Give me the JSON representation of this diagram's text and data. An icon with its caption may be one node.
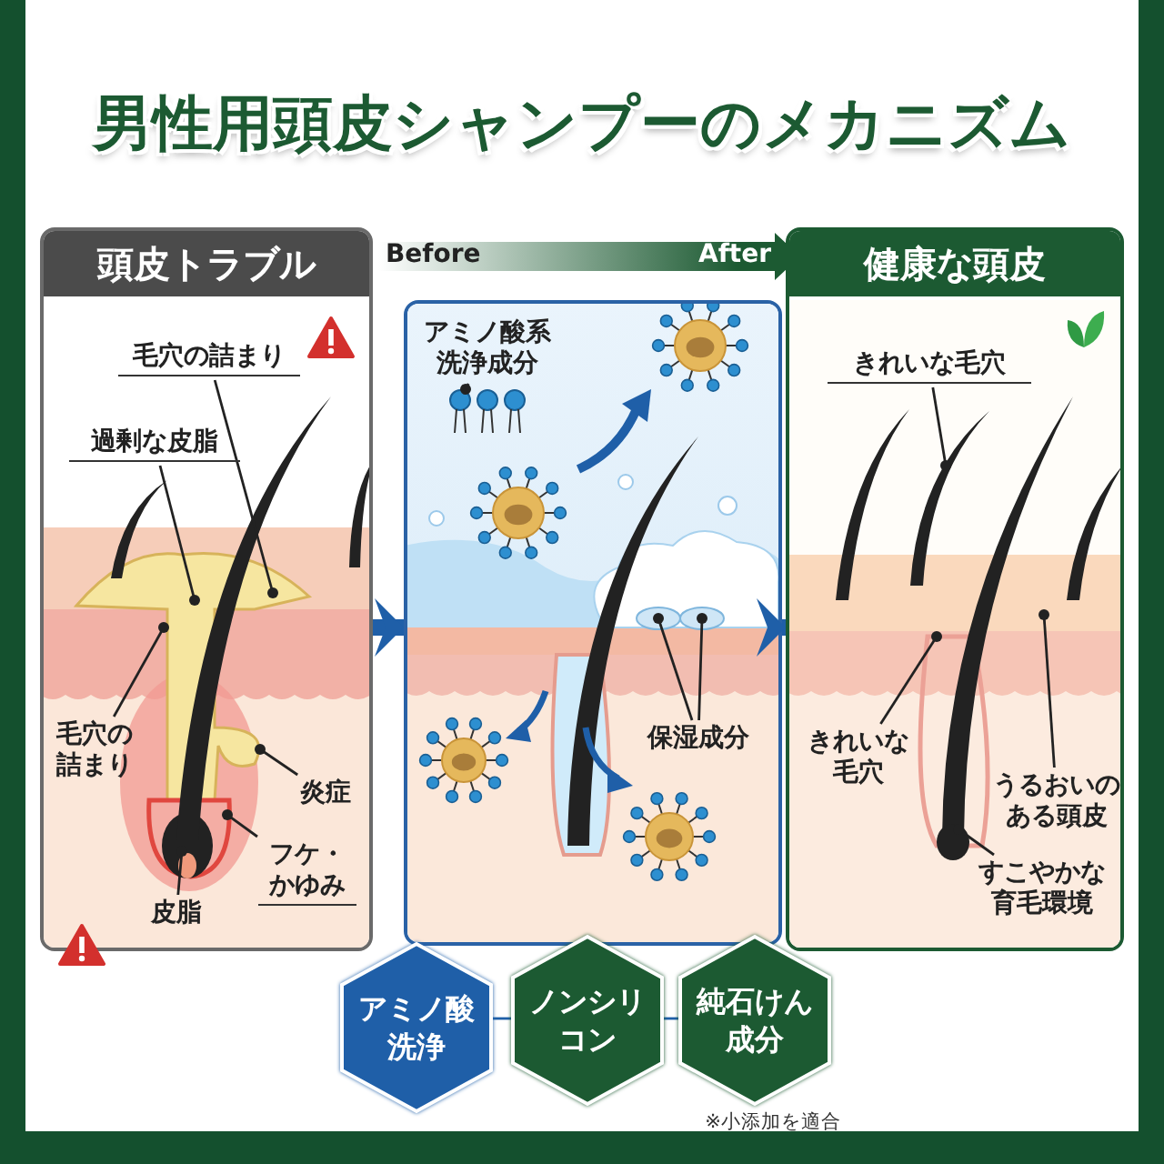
{
  "diagram": {
    "title": "男性用頭皮シャンプーのメカニズム",
    "nodes": [
      {
        "text": [
          "頭皮トラブル"
        ]
      },
      {
        "text": [
          "毛穴の詰まり"
        ],
        "in": 0
      },
      {
        "text": [
          "過剰な皮脂"
        ],
        "in": 0
      },
      {
        "text": [
          "毛穴の詰まり"
        ],
        "in": 0
      },
      {
        "text": [
          "炎症"
        ],
        "in": 0
      },
      {
        "text": [
          "フケ・かゆみ"
        ],
        "in": 0
      },
      {
        "text": [
          "皮脂"
        ],
        "in": 0
      },
      {
        "text": [],
        "shape": "box"
      },
      {
        "text": [
          "アミノ酸系洗浄成分"
        ],
        "in": 7
      },
      {
        "text": [
          "保湿成分"
        ],
        "in": 7
      },
      {
        "text": [
          "健康な頭皮"
        ]
      },
      {
        "text": [
          "きれいな毛穴"
        ],
        "in": 10
      },
      {
        "text": [
          "きれいな毛穴"
        ],
        "in": 10
      },
      {
        "text": [
          "うるおいのある頭皮"
        ],
        "in": 10
      },
      {
        "text": [
          "すこやかな育毛環境"
        ],
        "in": 10
      },
      {
        "text": [
          "アミノ酸洗浄"
        ]
      },
      {
        "text": [
          "ノンシリコン"
        ]
      },
      {
        "text": [
          "純石けん成分"
        ],
        "beside": [
          "※小添加を適合"
        ]
      }
    ],
    "edges": [
      {
        "from": 0,
        "to": 7,
        "arrow": "to",
        "style": "thick",
        "color": "#1f5fa8"
      },
      {
        "from": 7,
        "to": 10,
        "arrow": "to",
        "style": "thick",
        "color": "#1f5fa8"
      },
      {
        "from": 15,
        "to": 16,
        "arrow": "none",
        "color": "#1f5fa8"
      },
      {
        "from": 16,
        "to": 17,
        "arrow": "none",
        "color": "#1f5fa8"
      },
      {
        "from": 1,
        "to": null,
        "arrow": "other"
      },
      {
        "from": 2,
        "to": null,
        "arrow": "other"
      },
      {
        "from": 3,
        "to": null,
        "arrow": "other"
      },
      {
        "from": 4,
        "to": null,
        "arrow": "other"
      },
      {
        "from": 5,
        "to": null,
        "arrow": "other"
      },
      {
        "from": 6,
        "to": null,
        "arrow": "other"
      },
      {
        "from": 8,
        "to": null,
        "arrow": "other"
      },
      {
        "from": 9,
        "to": null,
        "arrow": "other"
      },
      {
        "from": 9,
        "to": null,
        "arrow": "other"
      },
      {
        "from": 11,
        "to": null,
        "arrow": "other"
      },
      {
        "from": 12,
        "to": null,
        "arrow": "other"
      },
      {
        "from": 13,
        "to": null,
        "arrow": "other"
      },
      {
        "from": 14,
        "to": null,
        "arrow": "other"
      }
    ],
    "labels": [
      "Before",
      "After"
    ]
  }
}
